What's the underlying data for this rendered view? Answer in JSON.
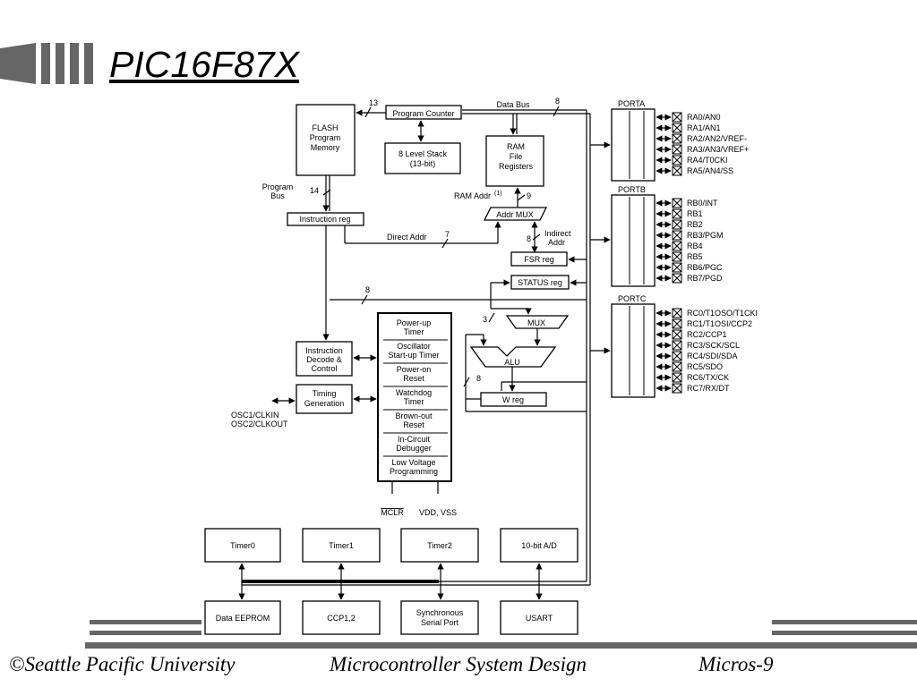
{
  "slide": {
    "title": "PIC16F87X",
    "footer_left": "©Seattle Pacific University",
    "footer_center": "Microcontroller System Design",
    "footer_right": "Micros-9"
  },
  "diagram": {
    "flash_memory": [
      "FLASH",
      "Program",
      "Memory"
    ],
    "program_counter": "Program Counter",
    "stack": [
      "8 Level Stack",
      "(13-bit)"
    ],
    "data_bus": "Data Bus",
    "ram": [
      "RAM",
      "File",
      "Registers"
    ],
    "ram_addr": "RAM Addr",
    "ram_addr_sup": "(1)",
    "addr_mux": "Addr MUX",
    "program_bus": [
      "Program",
      "Bus"
    ],
    "instruction_reg": "Instruction reg",
    "direct_addr": "Direct Addr",
    "indirect_addr": [
      "Indirect",
      "Addr"
    ],
    "fsr_reg": "FSR reg",
    "status_reg": "STATUS reg",
    "mux": "MUX",
    "alu": "ALU",
    "w_reg": "W reg",
    "instruction_decode": [
      "Instruction",
      "Decode &",
      "Control"
    ],
    "timing_generation": [
      "Timing",
      "Generation"
    ],
    "osc": [
      "OSC1/CLKIN",
      "OSC2/CLKOUT"
    ],
    "power_blocks": [
      [
        "Power-up",
        "Timer"
      ],
      [
        "Oscillator",
        "Start-up Timer"
      ],
      [
        "Power-on",
        "Reset"
      ],
      [
        "Watchdog",
        "Timer"
      ],
      [
        "Brown-out",
        "Reset"
      ],
      [
        "In-Circuit",
        "Debugger"
      ],
      [
        "Low Voltage",
        "Programming"
      ]
    ],
    "mclr": "MCLR",
    "vdd_vss": "VDD, VSS",
    "bus_widths": {
      "pc": "13",
      "prog": "14",
      "data": "8",
      "ram_addr": "9",
      "direct": "7",
      "indirect": "8",
      "alu_in": "3",
      "status": "8",
      "w": "8"
    },
    "porta": {
      "label": "PORTA",
      "pins": [
        "RA0/AN0",
        "RA1/AN1",
        "RA2/AN2/VREF-",
        "RA3/AN3/VREF+",
        "RA4/T0CKI",
        "RA5/AN4/SS"
      ]
    },
    "portb": {
      "label": "PORTB",
      "pins": [
        "RB0/INT",
        "RB1",
        "RB2",
        "RB3/PGM",
        "RB4",
        "RB5",
        "RB6/PGC",
        "RB7/PGD"
      ]
    },
    "portc": {
      "label": "PORTC",
      "pins": [
        "RC0/T1OSO/T1CKI",
        "RC1/T1OSI/CCP2",
        "RC2/CCP1",
        "RC3/SCK/SCL",
        "RC4/SDI/SDA",
        "RC5/SDO",
        "RC6/TX/CK",
        "RC7/RX/DT"
      ]
    },
    "peripherals_top": [
      "Timer0",
      "Timer1",
      "Timer2",
      "10-bit A/D"
    ],
    "peripherals_bottom": [
      "Data EEPROM",
      "CCP1,2",
      [
        "Synchronous",
        "Serial Port"
      ],
      "USART"
    ]
  }
}
